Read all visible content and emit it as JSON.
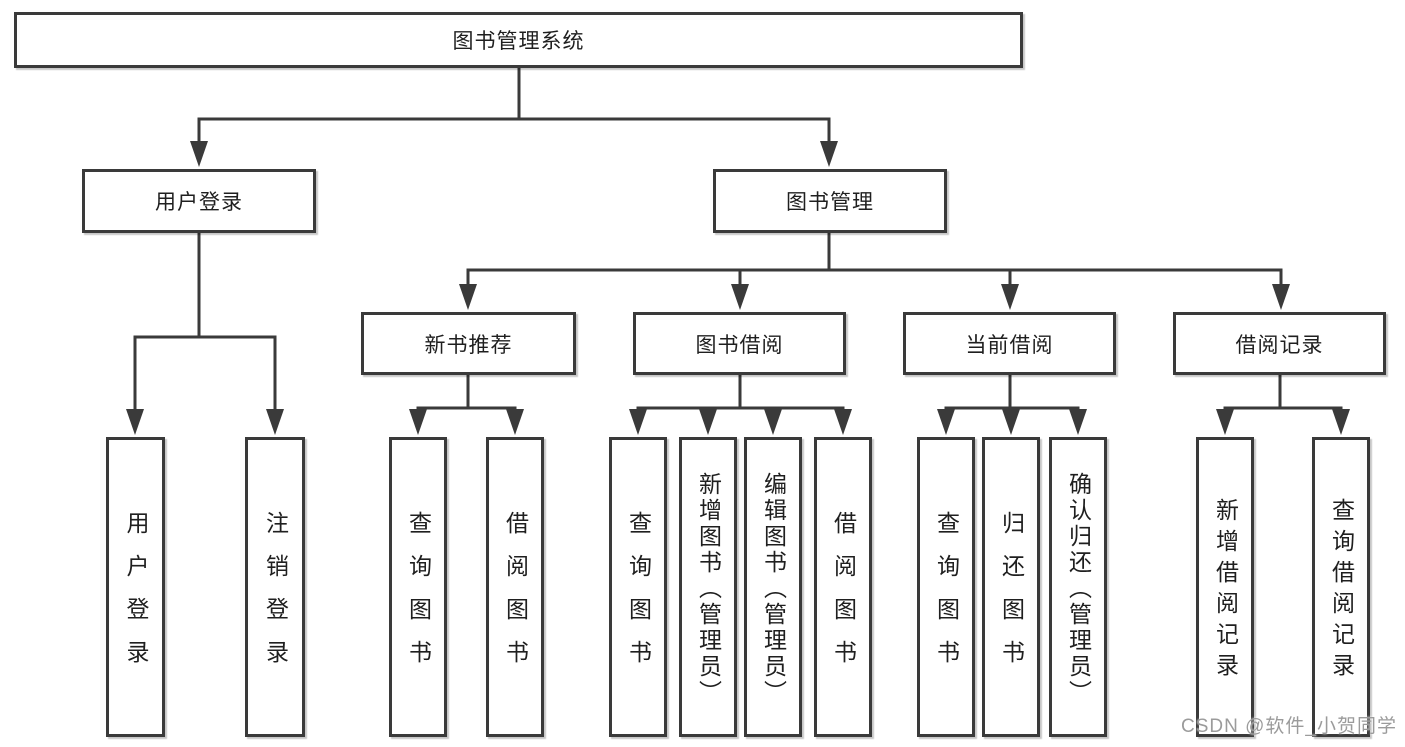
{
  "page": {
    "watermark": "CSDN @软件_小贺同学"
  },
  "colors": {
    "line": "#3a3a3a",
    "box_border": "#3a3a3a",
    "text": "#1f1f1f",
    "watermark": "#9b9b9b",
    "background": "#ffffff"
  },
  "tree": {
    "label": "图书管理系统",
    "children": [
      {
        "label": "用户登录",
        "children": [
          {
            "label": "用户登录"
          },
          {
            "label": "注销登录"
          }
        ]
      },
      {
        "label": "图书管理",
        "children": [
          {
            "label": "新书推荐",
            "children": [
              {
                "label": "查询图书"
              },
              {
                "label": "借阅图书"
              }
            ]
          },
          {
            "label": "图书借阅",
            "children": [
              {
                "label": "查询图书"
              },
              {
                "label": "新增图书（管理员）"
              },
              {
                "label": "编辑图书（管理员）"
              },
              {
                "label": "借阅图书"
              }
            ]
          },
          {
            "label": "当前借阅",
            "children": [
              {
                "label": "查询图书"
              },
              {
                "label": "归还图书"
              },
              {
                "label": "确认归还（管理员）"
              }
            ]
          },
          {
            "label": "借阅记录",
            "children": [
              {
                "label": "新增借阅记录"
              },
              {
                "label": "查询借阅记录"
              }
            ]
          }
        ]
      }
    ]
  }
}
